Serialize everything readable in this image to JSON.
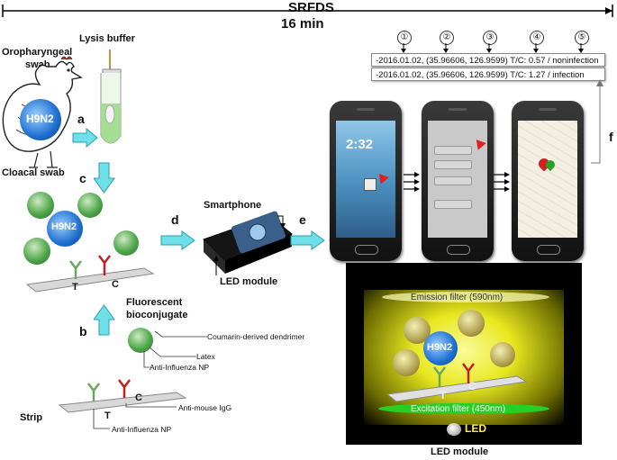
{
  "header": {
    "title": "SRFDS",
    "time": "16 min"
  },
  "results": {
    "numbers": [
      "①",
      "②",
      "③",
      "④",
      "⑤"
    ],
    "line1": "-2016.01.02, (35.96606, 126.9599) T/C: 0.57 / noninfection",
    "line2": "-2016.01.02, (35.96606, 126.9599) T/C: 1.27 / infection"
  },
  "labels": {
    "lysis_buffer": "Lysis buffer",
    "oropharyngeal": "Oropharyngeal",
    "swab": "swab",
    "virus": "H9N2",
    "cloacal_swab": "Cloacal swab",
    "smartphone": "Smartphone",
    "led_module": "LED module",
    "fluorescent": "Fluorescent",
    "bioconjugate": "bioconjugate",
    "coumarin": "Coumarin-derived dendrimer",
    "latex": "Latex",
    "anti_np_1": "Anti-Influenza NP",
    "strip": "Strip",
    "anti_mouse": "Anti-mouse IgG",
    "anti_np_2": "Anti-Influenza NP",
    "T": "T",
    "C": "C",
    "emission": "Emission filter (590nm)",
    "excitation": "Excitation filter (450nm)",
    "led": "LED",
    "led_module_bottom": "LED module",
    "clock": "2:32"
  },
  "steps": {
    "a": "a",
    "b": "b",
    "c": "c",
    "d": "d",
    "e": "e",
    "f": "f"
  },
  "colors": {
    "arrow": "#6fe0ea",
    "arrow_border": "#2a9fb0",
    "virus": "#1e6fd0",
    "bead": "#4fa84a",
    "test_line": "#4a9a4a",
    "control_line": "#c02020",
    "box": "#000000",
    "emission_glow": "#f2f000",
    "excitation": "#22c822",
    "pin": "#d02020"
  }
}
